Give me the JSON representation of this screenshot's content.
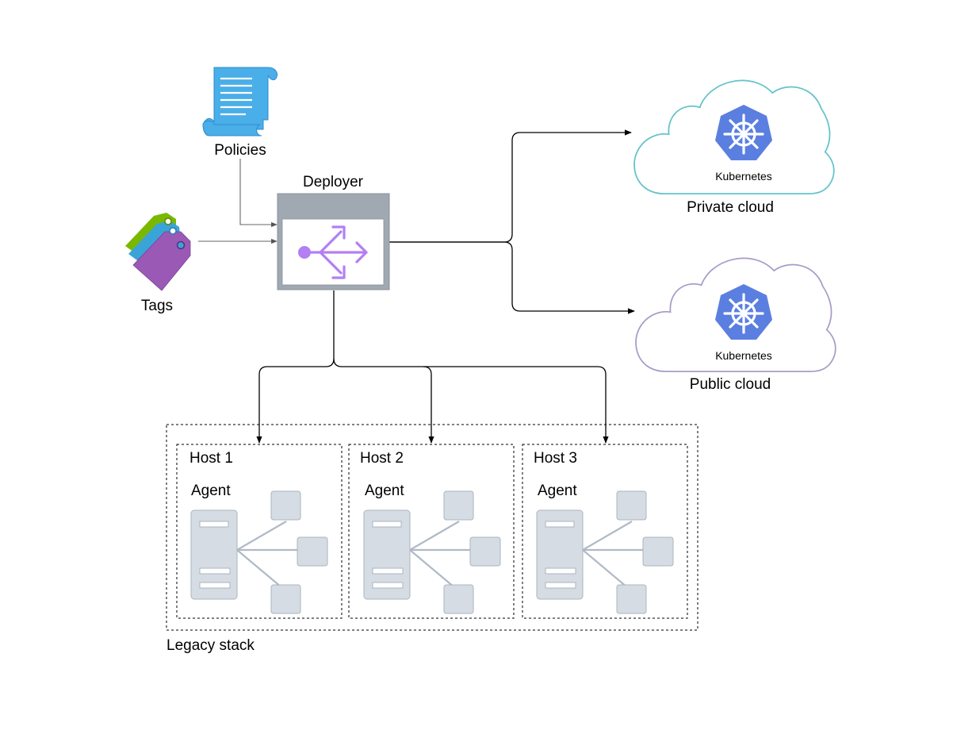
{
  "nodes": {
    "policies": {
      "label": "Policies",
      "icon": "policy-scroll-icon",
      "color": "#4aaee8"
    },
    "tags": {
      "label": "Tags",
      "icon": "tags-icon",
      "colors": [
        "#7ab800",
        "#3aa3d8",
        "#9b59b6"
      ]
    },
    "deployer": {
      "label": "Deployer",
      "icon": "deploy-arrows-icon",
      "accent": "#b37ff2"
    },
    "private_cloud": {
      "label": "Private cloud",
      "badge": "Kubernetes",
      "outline": "#62c3c9"
    },
    "public_cloud": {
      "label": "Public cloud",
      "badge": "Kubernetes",
      "outline": "#a99bc8"
    }
  },
  "legacy_stack": {
    "label": "Legacy stack",
    "hosts": [
      {
        "title": "Host 1",
        "agent": "Agent"
      },
      {
        "title": "Host 2",
        "agent": "Agent"
      },
      {
        "title": "Host 3",
        "agent": "Agent"
      }
    ]
  },
  "colors": {
    "kubernetes": "#5b7fe0",
    "server": "#d6dce3",
    "server_stroke": "#a9b4c0",
    "deployer_frame": "#a0a8b2"
  }
}
